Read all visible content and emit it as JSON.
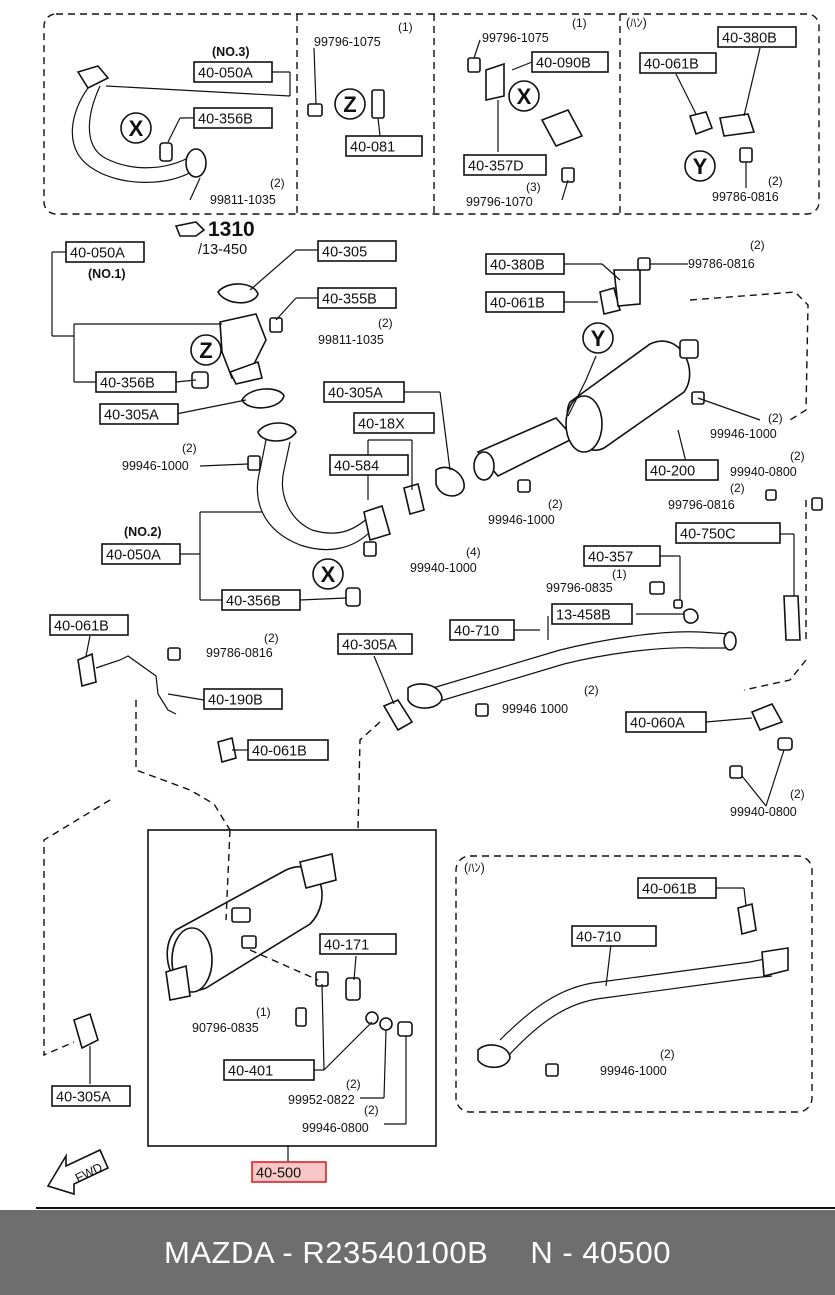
{
  "callouts": {
    "a0": "40-050A",
    "a1": "40-356B",
    "a2": "40-081",
    "a3": "40-090B",
    "a4": "40-357D",
    "a5": "40-061B",
    "a6": "40-380B",
    "a7": "40-050A",
    "a8": "40-305",
    "a9": "40-355B",
    "a10": "40-356B",
    "a11": "40-305A",
    "a12": "40-305A",
    "a13": "40-18X",
    "a14": "40-584",
    "a15": "40-380B",
    "a16": "40-061B",
    "a17": "40-200",
    "a18": "40-050A",
    "a19": "40-356B",
    "a20": "40-357",
    "a21": "40-750C",
    "a22": "40-710",
    "a23": "13-458B",
    "a24": "40-061B",
    "a25": "40-190B",
    "a26": "40-061B",
    "a27": "40-305A",
    "a28": "40-060A",
    "a29": "40-171",
    "a30": "40-401",
    "a31": "40-305A",
    "a32": "40-061B",
    "a33": "40-710",
    "a34": "40-500"
  },
  "plain": {
    "n0": "(NO.3)",
    "n1": "(NO.1)",
    "n2": "(NO.2)",
    "n3": "99796-1075",
    "n4": "99796-1075",
    "n5": "99811-1035",
    "n6": "99796-1070",
    "n7": "99786-0816",
    "n8": "/13-450",
    "n9": "99811-1035",
    "n10": "99786-0816",
    "n11": "99946-1000",
    "n12": "99946-1000",
    "n13": "99946-1000",
    "n14": "99940-0800",
    "n15": "99796-0816",
    "n16": "99940-1000",
    "n17": "99796-0835",
    "n18": "99786-0816",
    "n19": "99946 1000",
    "n20": "99940-0800",
    "n21": "90796-0835",
    "n22": "99952-0822",
    "n23": "99946-0800",
    "n24": "99946-1000",
    "n25": "(ﾊﾝ)",
    "n26": "(ﾊﾝ)",
    "n27": "FWD"
  },
  "qty": {
    "q0": "(1)",
    "q1": "(1)",
    "q2": "(2)",
    "q3": "(3)",
    "q4": "(2)",
    "q5": "(2)",
    "q6": "(2)",
    "q7": "(2)",
    "q8": "(2)",
    "q9": "(2)",
    "q10": "(2)",
    "q11": "(2)",
    "q12": "(2)",
    "q13": "(4)",
    "q14": "(1)",
    "q15": "(2)",
    "q16": "(2)",
    "q17": "(2)",
    "q18": "(1)",
    "q19": "(2)",
    "q20": "(2)",
    "q21": "(2)"
  },
  "section_ref": "1310",
  "markers": {
    "x1": "X",
    "z1": "Z",
    "x2": "X",
    "y1": "Y",
    "z2": "Z",
    "y2": "Y",
    "x3": "X"
  },
  "footer": {
    "brand": "MAZDA - R23540100B",
    "code": "N - 40500"
  },
  "colors": {
    "highlight_border": "#e02020",
    "highlight_fill": "#f7c7c7",
    "footer_bg": "#6e6e6e"
  }
}
